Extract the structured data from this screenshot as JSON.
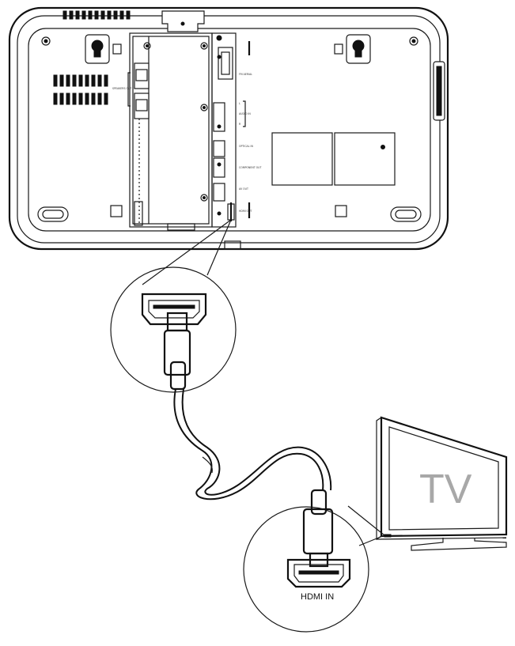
{
  "device": {
    "labels": {
      "speakers_out": "SPEAKERS OUT",
      "fm_aerial": "FM AERIAL",
      "audio_in": "AUDIO IN",
      "optical_in": "OPTICAL IN",
      "component_out": "COMPONENT OUT",
      "av_out": "AV OUT",
      "hdmi_out": "HDMI OUT",
      "audio_l": "L",
      "audio_r": "R"
    }
  },
  "tv": {
    "text": "TV"
  },
  "connector": {
    "label": "HDMI IN"
  }
}
